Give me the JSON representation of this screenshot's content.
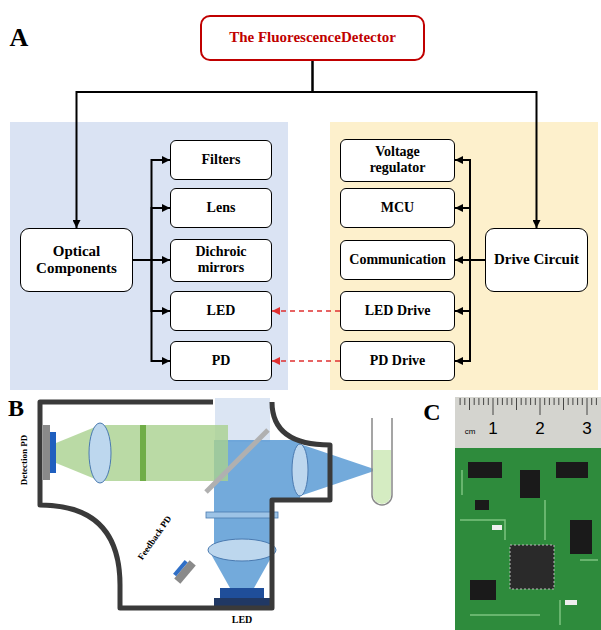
{
  "diagram": {
    "nodes": [
      {
        "text": [
          "The FluorescenceDetector"
        ]
      },
      {
        "text": [
          "Optical Components"
        ]
      },
      {
        "text": [
          "Filters"
        ]
      },
      {
        "text": [
          "Lens"
        ]
      },
      {
        "text": [
          "Dichroic mirrors"
        ]
      },
      {
        "text": [
          "LED"
        ]
      },
      {
        "text": [
          "PD"
        ]
      },
      {
        "text": [
          "Drive Circuit"
        ]
      },
      {
        "text": [
          "Voltage regulator"
        ]
      },
      {
        "text": [
          "MCU"
        ]
      },
      {
        "text": [
          "Communication"
        ]
      },
      {
        "text": [
          "LED Drive"
        ]
      },
      {
        "text": [
          "PD Drive"
        ]
      }
    ],
    "edges": [
      {
        "from": 0,
        "to": 1,
        "arrow": "to"
      },
      {
        "from": 0,
        "to": 7,
        "arrow": "to"
      },
      {
        "from": 1,
        "to": 2,
        "arrow": "to"
      },
      {
        "from": 1,
        "to": 3,
        "arrow": "to"
      },
      {
        "from": 1,
        "to": 4,
        "arrow": "to"
      },
      {
        "from": 1,
        "to": 5,
        "arrow": "to"
      },
      {
        "from": 1,
        "to": 6,
        "arrow": "to"
      },
      {
        "from": 7,
        "to": 8,
        "arrow": "to"
      },
      {
        "from": 7,
        "to": 9,
        "arrow": "to"
      },
      {
        "from": 7,
        "to": 10,
        "arrow": "to"
      },
      {
        "from": 7,
        "to": 11,
        "arrow": "to"
      },
      {
        "from": 7,
        "to": 12,
        "arrow": "to"
      },
      {
        "from": 11,
        "to": 5,
        "arrow": "to"
      },
      {
        "from": 12,
        "to": 6,
        "arrow": "to"
      }
    ],
    "labels": [
      "A",
      "B",
      "C",
      "Detection PD",
      "Feedback PD",
      "LED",
      "cm",
      "1",
      "2",
      "3"
    ]
  }
}
